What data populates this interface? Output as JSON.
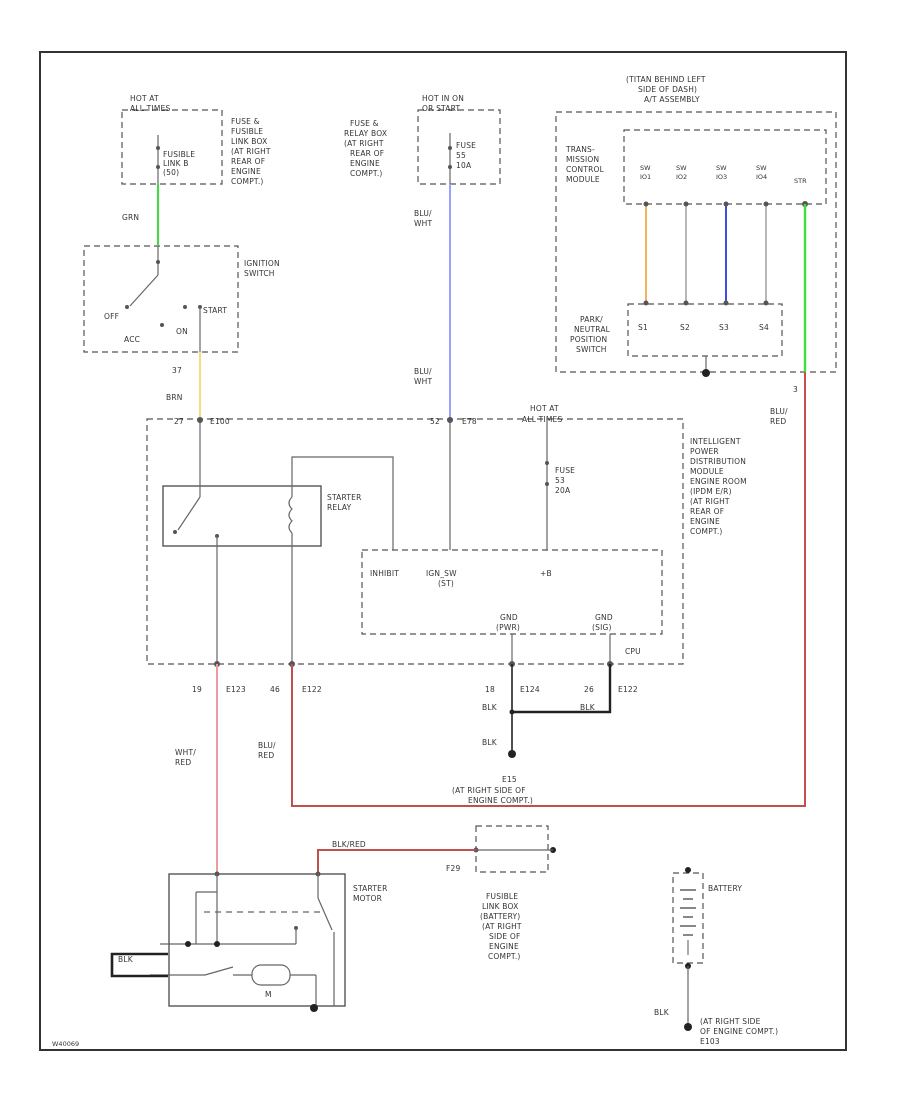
{
  "colors": {
    "grn": "#4cd44c",
    "blu": "#9aa0ff",
    "brn": "#f2dc8a",
    "red": "#c0504d",
    "pink": "#ee9aa0",
    "org": "#f2b25e",
    "blu2": "#3b4de8",
    "lgrn": "#3ee03e",
    "gray": "#8a8a8a",
    "blk": "#222222"
  },
  "labels": {
    "hot_all_times_1": "HOT AT",
    "hot_all_times_2": "ALL TIMES",
    "fusible_link": "FUSIBLE",
    "fusible_link_2": "LINK B",
    "fusible_link_3": "(50)",
    "fuse_box_1a": "FUSE &",
    "fuse_box_1b": "FUSIBLE",
    "fuse_box_1c": "LINK BOX",
    "fuse_box_1d": "(AT RIGHT",
    "fuse_box_1e": "REAR OF",
    "fuse_box_1f": "ENGINE",
    "fuse_box_1g": "COMPT.)",
    "hot_run_1": "HOT IN ON",
    "hot_run_2": "OR START",
    "fuse_box_2a": "FUSE &",
    "fuse_box_2b": "RELAY BOX",
    "fuse_box_2c": "(AT RIGHT",
    "fuse_box_2d": "REAR OF",
    "fuse_box_2e": "ENGINE",
    "fuse_box_2f": "COMPT.)",
    "fuse_2_1": "FUSE",
    "fuse_2_2": "55",
    "fuse_2_3": "10A",
    "wire_grn": "GRN",
    "wire_blu_wht_1": "BLU/",
    "wire_blu_wht_2": "WHT",
    "ignition_switch_1": "IGNITION",
    "ignition_switch_2": "SWITCH",
    "sw_off": "OFF",
    "sw_acc": "ACC",
    "sw_on": "ON",
    "sw_start": "START",
    "pin_37": "37",
    "wire_brn": "BRN",
    "tcm_hdr_1": "(TITAN BEHIND LEFT",
    "tcm_hdr_2": "SIDE OF DASH)",
    "tcm_hdr_3": "A/T ASSEMBLY",
    "tcm_1": "TRANS-",
    "tcm_2": "MISSION",
    "tcm_3": "CONTROL",
    "tcm_4": "MODULE",
    "sw1": "SW",
    "sw1b": "IO1",
    "sw2": "SW",
    "sw2b": "IO2",
    "sw3": "SW",
    "sw3b": "IO3",
    "sw4": "SW",
    "sw4b": "IO4",
    "str": "STR",
    "pnp_1": "PARK/",
    "pnp_2": "NEUTRAL",
    "pnp_3": "POSITION",
    "pnp_4": "SWITCH",
    "pnp_s1": "S1",
    "pnp_s2": "S2",
    "pnp_s3": "S3",
    "pnp_s4": "S4",
    "pin_3": "3",
    "wire_blu_red_1": "BLU/",
    "wire_blu_red_2": "RED",
    "wire_blu_wht2_1": "BLU/",
    "wire_blu_wht2_2": "WHT",
    "pin_27": "27",
    "conn_e100": "E100",
    "pin_52": "52",
    "conn_e78": "E78",
    "hot_all_times_3": "HOT AT",
    "hot_all_times_4": "ALL TIMES",
    "fuse_3_1": "FUSE",
    "fuse_3_2": "53",
    "fuse_3_3": "20A",
    "ipdm_1": "INTELLIGENT",
    "ipdm_2": "POWER",
    "ipdm_3": "DISTRIBUTION",
    "ipdm_4": "MODULE",
    "ipdm_5": "ENGINE ROOM",
    "ipdm_6": "(IPDM E/R)",
    "ipdm_7": "(AT RIGHT",
    "ipdm_8": "REAR OF",
    "ipdm_9": "ENGINE",
    "ipdm_10": "COMPT.)",
    "starter_relay_1": "STARTER",
    "starter_relay_2": "RELAY",
    "inhibit": "INHIBIT",
    "ign_sw": "IGN_SW",
    "ign_sw_2": "(ST)",
    "b_plus": "+B",
    "gnd_1a": "GND",
    "gnd_1b": "(PWR)",
    "gnd_2a": "GND",
    "gnd_2b": "(SIG)",
    "cpu": "CPU",
    "pin_19": "19",
    "conn_e123": "E123",
    "pin_46": "46",
    "conn_e122": "E122",
    "pin_18": "18",
    "conn_e124": "E124",
    "pin_26": "26",
    "conn_e122b": "E122",
    "wire_blk_1": "BLK",
    "wire_blk_2": "BLK",
    "wire_blk_3": "BLK",
    "wire_wht_red_1": "WHT/",
    "wire_wht_red_2": "RED",
    "wire_blu_red2_1": "BLU/",
    "wire_blu_red2_2": "RED",
    "ground_e15": "E15",
    "ground_e15_1": "(AT RIGHT SIDE OF",
    "ground_e15_2": "ENGINE COMPT.)",
    "wire_blk_red": "BLK/RED",
    "f29": "F29",
    "fusible_box_1": "FUSIBLE",
    "fusible_box_2": "LINK BOX",
    "fusible_box_3": "(BATTERY)",
    "fusible_box_4": "(AT RIGHT",
    "fusible_box_5": "SIDE OF",
    "fusible_box_6": "ENGINE",
    "fusible_box_7": "COMPT.)",
    "starter_motor_1": "STARTER",
    "starter_motor_2": "MOTOR",
    "motor_m": "M",
    "battery": "BATTERY",
    "wire_blk_4": "BLK",
    "ground_e103_1": "(AT RIGHT SIDE",
    "ground_e103_2": "OF ENGINE COMPT.)",
    "ground_e103_3": "E103",
    "footer_code": "W40069"
  }
}
